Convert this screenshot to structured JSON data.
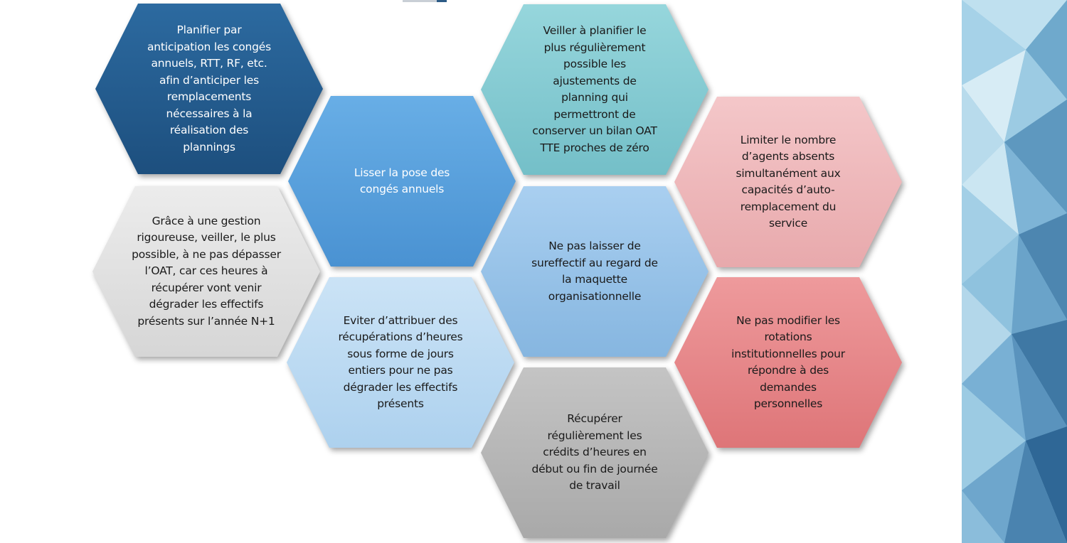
{
  "hexagons": [
    {
      "id": "planifier-conges",
      "text": "Planifier par anticipation les congés annuels, RTT, RF, etc. afin d’anticiper les remplacements nécessaires à la réalisation des plannings",
      "fill_top": "#2c6aa0",
      "fill_bottom": "#1d4f7e",
      "text_color": "#ffffff"
    },
    {
      "id": "lisser-pose-conges",
      "text": "Lisser la pose des congés annuels",
      "fill_top": "#68aee6",
      "fill_bottom": "#4a92d2",
      "text_color": "#ffffff"
    },
    {
      "id": "veiller-planifier",
      "text": "Veiller à planifier le plus régulièrement possible les ajustements de planning qui permettront de conserver un bilan OAT TTE proches de zéro",
      "fill_top": "#96d6dc",
      "fill_bottom": "#74bfc8",
      "text_color": "#1a1a1a"
    },
    {
      "id": "limiter-absents",
      "text": "Limiter le nombre d’agents absents simultanément aux capacités d’auto-remplacement du service",
      "fill_top": "#f4c7c9",
      "fill_bottom": "#e8a9ac",
      "text_color": "#1a1a1a"
    },
    {
      "id": "gestion-rigoureuse",
      "text": "Grâce à une gestion rigoureuse, veiller, le plus possible, à ne pas dépasser l’OAT, car ces heures à récupérer vont venir dégrader les effectifs présents sur l’année N+1",
      "fill_top": "#ececec",
      "fill_bottom": "#d6d6d6",
      "text_color": "#1a1a1a"
    },
    {
      "id": "pas-sureffectif",
      "text": "Ne pas laisser de sureffectif au regard de la maquette organisationnelle",
      "fill_top": "#a9cff0",
      "fill_bottom": "#86b6e0",
      "text_color": "#1a1a1a"
    },
    {
      "id": "eviter-recuperations",
      "text": "Eviter d’attribuer des récupérations d’heures sous forme de jours entiers pour ne pas dégrader les effectifs présents",
      "fill_top": "#cbe3f6",
      "fill_bottom": "#add1ee",
      "text_color": "#1a1a1a"
    },
    {
      "id": "pas-modifier-rotations",
      "text": "Ne pas modifier les rotations institutionnelles pour répondre à des demandes personnelles",
      "fill_top": "#ee9a9c",
      "fill_bottom": "#de7578",
      "text_color": "#1a1a1a"
    },
    {
      "id": "recuperer-credits",
      "text": "Récupérer régulièrement les crédits d’heures en début ou fin de journée de travail",
      "fill_top": "#c4c4c4",
      "fill_bottom": "#a9a9a9",
      "text_color": "#1a1a1a"
    }
  ]
}
